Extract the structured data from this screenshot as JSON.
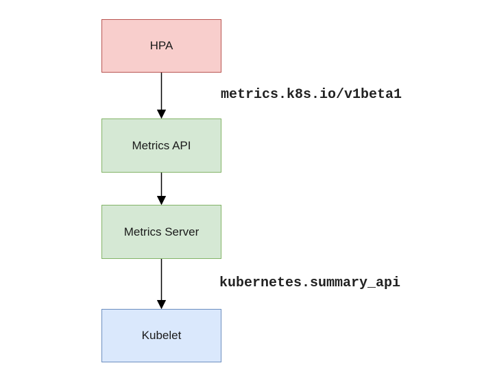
{
  "diagram": {
    "nodes": [
      {
        "id": "hpa",
        "label": "HPA",
        "fill": "#f8cecc",
        "stroke": "#b85450"
      },
      {
        "id": "metrics-api",
        "label": "Metrics API",
        "fill": "#d5e8d4",
        "stroke": "#82b366"
      },
      {
        "id": "metrics-server",
        "label": "Metrics Server",
        "fill": "#d5e8d4",
        "stroke": "#82b366"
      },
      {
        "id": "kubelet",
        "label": "Kubelet",
        "fill": "#dae8fc",
        "stroke": "#6c8ebf"
      }
    ],
    "edges": [
      {
        "from": "hpa",
        "to": "metrics-api",
        "label": "metrics.k8s.io/v1beta1"
      },
      {
        "from": "metrics-api",
        "to": "metrics-server",
        "label": ""
      },
      {
        "from": "metrics-server",
        "to": "kubelet",
        "label": "kubernetes.summary_api"
      }
    ],
    "edge_color": "#000000"
  }
}
